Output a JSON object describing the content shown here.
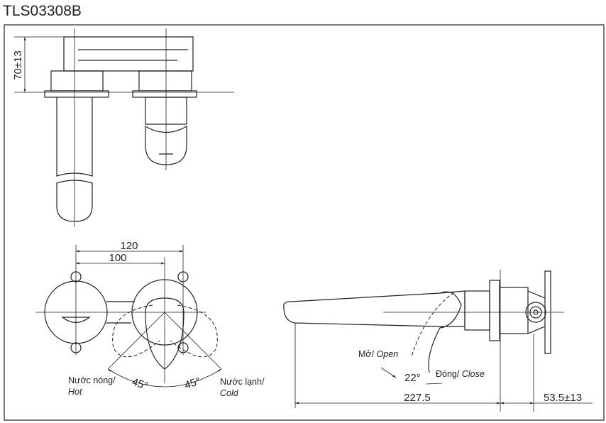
{
  "title": "TLS03308B",
  "dimensions": {
    "height_adjust": "70±13",
    "width_120": "120",
    "width_100": "100",
    "spout_length": "227.5",
    "wall_depth": "53.5±13",
    "angle_hot": "45°",
    "angle_cold": "45°",
    "angle_open": "22°"
  },
  "labels": {
    "hot_vi": "Nước nóng/",
    "hot_en": "Hot",
    "cold_vi": "Nước lạnh/",
    "cold_en": "Cold",
    "open_vi": "Mở/ ",
    "open_en": "Open",
    "close_vi": "Đóng/ ",
    "close_en": "Close"
  }
}
